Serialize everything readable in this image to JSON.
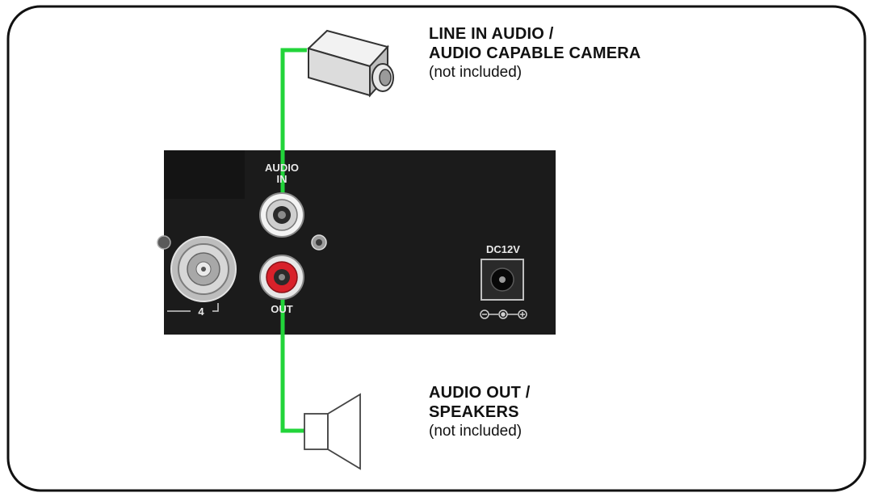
{
  "colors": {
    "cable": "#22d43a",
    "panel": "#1b1b1b",
    "frame": "#111111",
    "background": "#ffffff"
  },
  "labels": {
    "camera_line1": "LINE IN AUDIO /",
    "camera_line2": "AUDIO CAPABLE CAMERA",
    "camera_note": "(not included)",
    "speaker_line1": "AUDIO OUT /",
    "speaker_line2": "SPEAKERS",
    "speaker_note": "(not included)"
  },
  "panel": {
    "audio_in_line1": "AUDIO",
    "audio_in_line2": "IN",
    "audio_out": "OUT",
    "dc_label": "DC12V",
    "channel_number": "4"
  },
  "icons": {
    "camera": "camera-icon",
    "speaker": "speaker-icon",
    "bnc": "bnc-connector-icon",
    "rca_white": "rca-jack-white-icon",
    "rca_red": "rca-jack-red-icon",
    "screw": "screw-icon",
    "dc_jack": "dc-power-jack-icon",
    "polarity": "polarity-symbol-icon"
  }
}
